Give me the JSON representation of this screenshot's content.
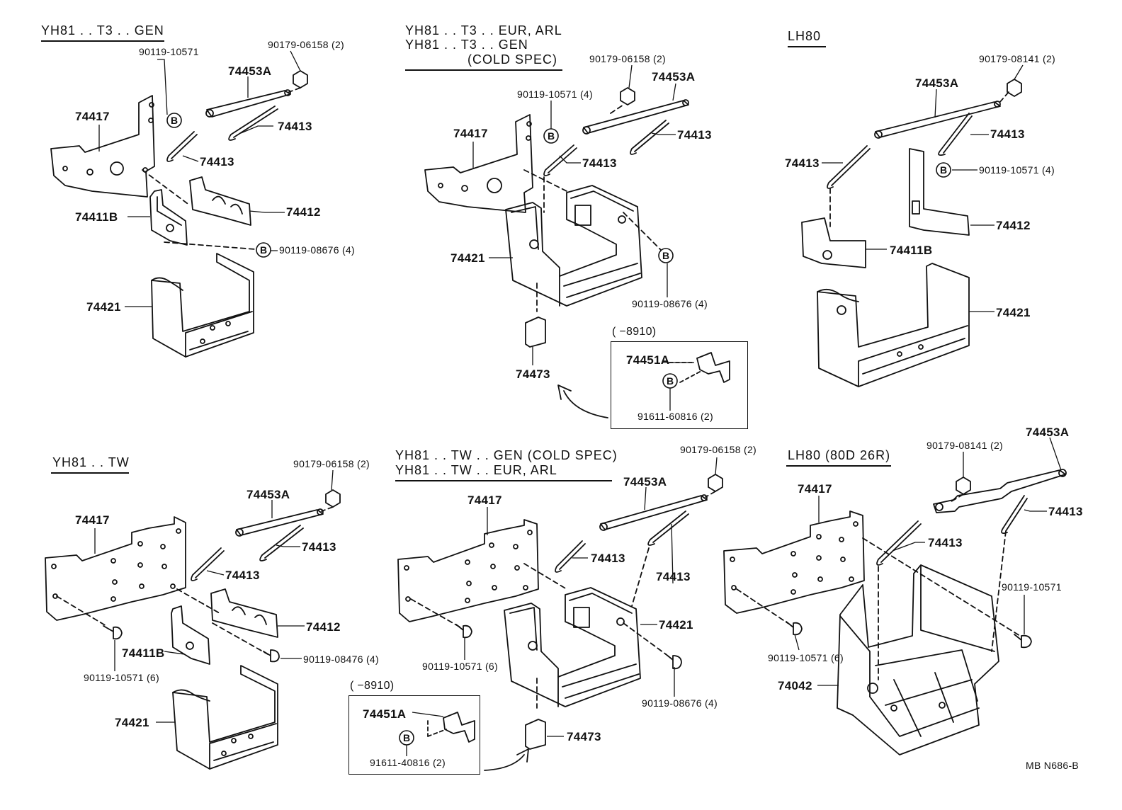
{
  "sections": {
    "s1": {
      "title": "YH81 . . T3 . . GEN"
    },
    "s2": {
      "title_lines": [
        "YH81 . . T3 . . EUR, ARL",
        "YH81 . . T3 . . GEN",
        "(COLD  SPEC)"
      ]
    },
    "s3": {
      "title": "LH80"
    },
    "s4": {
      "title": "YH81 . . TW"
    },
    "s5": {
      "title_lines": [
        "YH81 . . TW . . GEN (COLD SPEC)",
        "YH81 . . TW . . EUR, ARL"
      ]
    },
    "s6": {
      "title": "LH80 (80D 26R)"
    }
  },
  "insets": {
    "upper": {
      "range": "(        −8910)",
      "part_a": "74451A",
      "part_b": "91611-60816 (2)"
    },
    "lower": {
      "range": "(        −8910)",
      "part_a": "74451A",
      "part_b": "91611-40816 (2)"
    }
  },
  "marker": "B",
  "labels": {
    "s1": [
      "90119-10571",
      "90179-06158 (2)",
      "74453A",
      "74417",
      "74413",
      "74413",
      "74411B",
      "74412",
      "90119-08676 (4)",
      "74421"
    ],
    "s2": [
      "90179-06158 (2)",
      "74453A",
      "90119-10571 (4)",
      "74417",
      "74413",
      "74413",
      "74421",
      "90119-08676 (4)",
      "74473"
    ],
    "s3": [
      "90179-08141 (2)",
      "74453A",
      "74413",
      "74413",
      "90119-10571 (4)",
      "74412",
      "74411B",
      "74421"
    ],
    "s4": [
      "90179-06158 (2)",
      "74453A",
      "74417",
      "74413",
      "74413",
      "74412",
      "74411B",
      "90119-08476 (4)",
      "90119-10571 (6)",
      "74421"
    ],
    "s5": [
      "90179-06158 (2)",
      "74453A",
      "74417",
      "74413",
      "74413",
      "74421",
      "90119-10571 (6)",
      "90119-08676 (4)",
      "74473"
    ],
    "s6": [
      "74453A",
      "90179-08141 (2)",
      "74417",
      "74413",
      "74413",
      "90119-10571",
      "90119-10571 (6)",
      "74042"
    ]
  },
  "figure_code": "MB  N686-B"
}
